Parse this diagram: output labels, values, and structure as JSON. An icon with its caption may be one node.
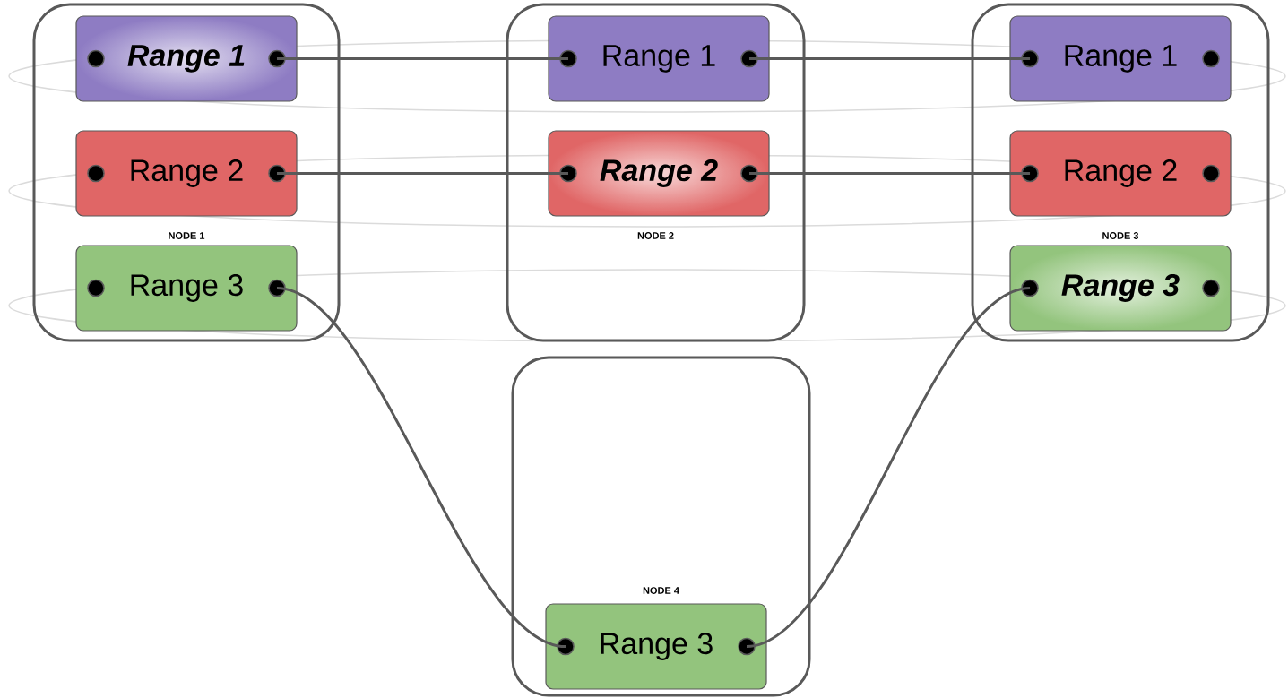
{
  "diagram": {
    "nodes": [
      {
        "text": [
          "NODE 1"
        ]
      },
      {
        "text": [
          "Range 1"
        ],
        "in": 0
      },
      {
        "text": [
          "Range 2"
        ],
        "in": 0
      },
      {
        "text": [
          "Range 3"
        ],
        "in": 0
      },
      {
        "text": [
          "NODE 2"
        ]
      },
      {
        "text": [
          "Range 1"
        ],
        "in": 4
      },
      {
        "text": [
          "Range 2"
        ],
        "in": 4
      },
      {
        "text": [
          "NODE 3"
        ]
      },
      {
        "text": [
          "Range 1"
        ],
        "in": 7
      },
      {
        "text": [
          "Range 2"
        ],
        "in": 7
      },
      {
        "text": [
          "Range 3"
        ],
        "in": 7
      },
      {
        "text": [
          "NODE 4"
        ]
      },
      {
        "text": [
          "Range 3"
        ],
        "in": 11
      }
    ],
    "edges": [
      {
        "from": 1,
        "to": 5,
        "arrow": "none"
      },
      {
        "from": 5,
        "to": 8,
        "arrow": "none"
      },
      {
        "from": 2,
        "to": 6,
        "arrow": "none"
      },
      {
        "from": 6,
        "to": 9,
        "arrow": "none"
      },
      {
        "from": 3,
        "to": 12,
        "arrow": "none"
      },
      {
        "from": 12,
        "to": 10,
        "arrow": "none"
      }
    ]
  }
}
